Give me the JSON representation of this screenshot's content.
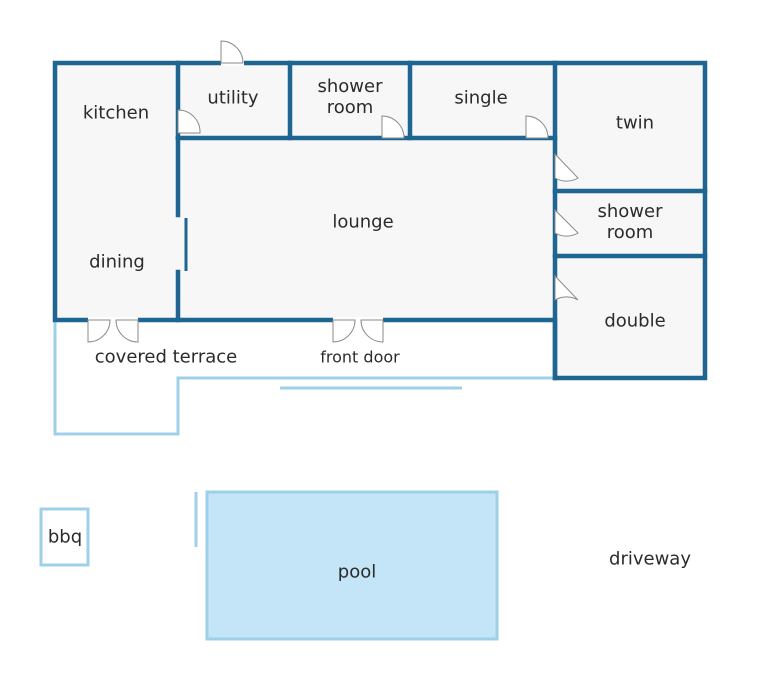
{
  "rooms": {
    "kitchen": "kitchen",
    "utility": "utility",
    "shower_room_top": "shower room",
    "single": "single",
    "twin": "twin",
    "lounge": "lounge",
    "dining": "dining",
    "shower_room_right": "shower room",
    "double": "double"
  },
  "outside": {
    "covered_terrace": "covered terrace",
    "front_door": "front door",
    "bbq": "bbq",
    "pool": "pool",
    "driveway": "driveway"
  },
  "colors": {
    "wall": "#1f6591",
    "outdoor_outline": "#9fd0ea",
    "pool": "#c4e5f7",
    "floor": "#f7f7f7",
    "door": "#8a8a8a",
    "text": "#2b2b2b"
  }
}
